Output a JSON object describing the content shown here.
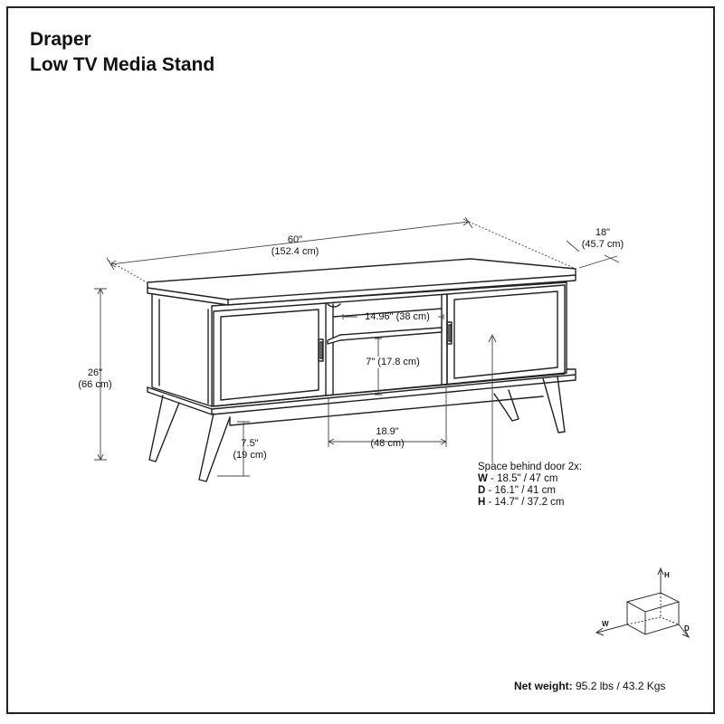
{
  "title": {
    "line1": "Draper",
    "line2": "Low TV Media Stand"
  },
  "dimensions": {
    "width": {
      "imperial": "60\"",
      "metric": "(152.4 cm)"
    },
    "depth": {
      "imperial": "18\"",
      "metric": "(45.7 cm)"
    },
    "height": {
      "imperial": "26\"",
      "metric": "(66 cm)"
    },
    "shelf_width": "14.96\" (38 cm)",
    "shelf_height": "7\" (17.8 cm)",
    "opening_width": {
      "imperial": "18.9\"",
      "metric": "(48 cm)"
    },
    "leg_clearance": {
      "imperial": "7.5\"",
      "metric": "(19 cm)"
    }
  },
  "space_behind_door": {
    "heading": "Space behind door 2x:",
    "rows": [
      {
        "key": "W",
        "value": " - 18.5\" / 47 cm"
      },
      {
        "key": "D",
        "value": " - 16.1\" / 41 cm"
      },
      {
        "key": "H",
        "value": " - 14.7\" / 37.2 cm"
      }
    ]
  },
  "axes": {
    "h": "H",
    "w": "W",
    "d": "D"
  },
  "net_weight": {
    "label": "Net weight:",
    "value": " 95.2 lbs / 43.2 Kgs"
  }
}
